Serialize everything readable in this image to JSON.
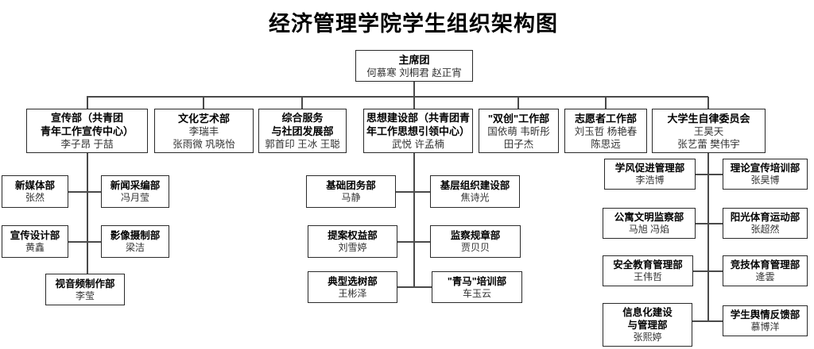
{
  "title": "经济管理学院学生组织架构图",
  "presidium": {
    "title": "主席团",
    "names": "何慕寒 刘桐君 赵正宵"
  },
  "departments": [
    {
      "lines": [
        "宣传部（共青团",
        "青年工作宣传中心）"
      ],
      "names": [
        "李子昂 于喆"
      ]
    },
    {
      "lines": [
        "文化艺术部"
      ],
      "names": [
        "李瑞丰",
        "张雨微 巩晓怡"
      ]
    },
    {
      "lines": [
        "综合服务",
        "与社团发展部"
      ],
      "names": [
        "郭首印 王冰 王聪"
      ]
    },
    {
      "lines": [
        "思想建设部（共青团青",
        "年工作思想引领中心）"
      ],
      "names": [
        "武悦 许孟楠"
      ]
    },
    {
      "lines": [
        "\"双创\"工作部"
      ],
      "names": [
        "国依萌 韦昕彤",
        "田子杰"
      ]
    },
    {
      "lines": [
        "志愿者工作部"
      ],
      "names": [
        "刘玉哲 杨艳春",
        "陈思远"
      ]
    },
    {
      "lines": [
        "大学生自律委员会"
      ],
      "names": [
        "王昊天",
        "张艺蕾 樊伟宇"
      ]
    }
  ],
  "publicity_children": [
    {
      "title": "新媒体部",
      "name": "张然"
    },
    {
      "title": "新闻采编部",
      "name": "冯月莹"
    },
    {
      "title": "宣传设计部",
      "name": "黄鑫"
    },
    {
      "title": "影像摄制部",
      "name": "梁洁"
    },
    {
      "title": "视音频制作部",
      "name": "李莹"
    }
  ],
  "ideology_children": [
    {
      "title": "基础团务部",
      "name": "马静"
    },
    {
      "title": "基层组织建设部",
      "name": "焦诗光"
    },
    {
      "title": "提案权益部",
      "name": "刘雪婷"
    },
    {
      "title": "监察规章部",
      "name": "贾贝贝"
    },
    {
      "title": "典型选树部",
      "name": "王彬泽"
    },
    {
      "title": "\"青马\"培训部",
      "name": "车玉云"
    }
  ],
  "autonomy_children": [
    {
      "title": "学风促进管理部",
      "name": "李浩博"
    },
    {
      "title": "理论宣传培训部",
      "name": "张昊博"
    },
    {
      "title": "公寓文明监察部",
      "name": "马旭 冯焰"
    },
    {
      "title": "阳光体育运动部",
      "name": "张超然"
    },
    {
      "title": "安全教育管理部",
      "name": "王伟哲"
    },
    {
      "title": "竞技体育管理部",
      "name": "逄雲"
    },
    {
      "line1": "信息化建设",
      "line2": "与管理部",
      "name": "张熙婷"
    },
    {
      "title": "学生舆情反馈部",
      "name": "慕博洋"
    }
  ]
}
